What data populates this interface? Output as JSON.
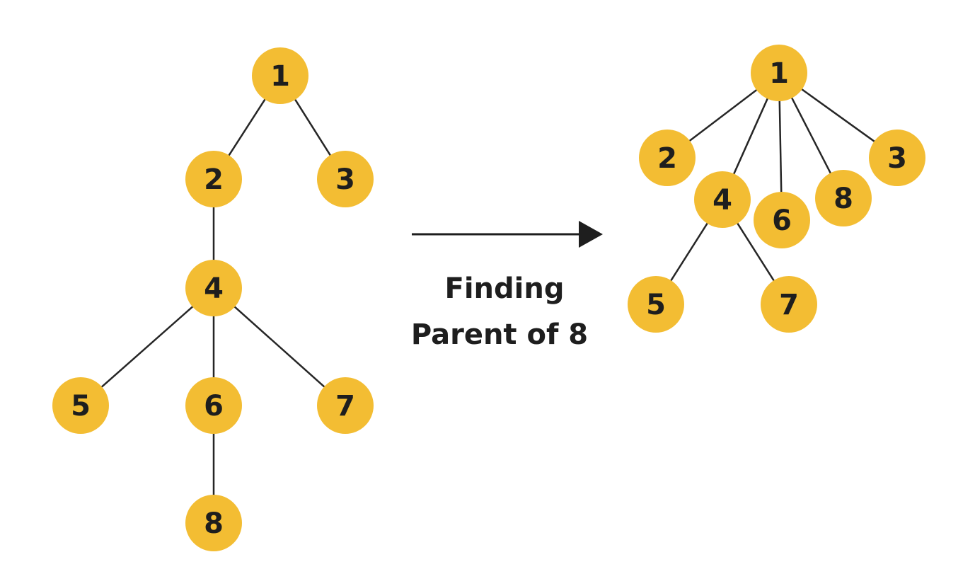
{
  "colors": {
    "node_fill": "#F3BD33",
    "node_text": "#1E1E1E",
    "edge": "#262626",
    "arrow": "#1E1E1E"
  },
  "caption": {
    "line1": "Finding",
    "line2": "Parent of 8"
  },
  "trees": {
    "before": {
      "nodes": [
        "1",
        "2",
        "3",
        "4",
        "5",
        "6",
        "7",
        "8"
      ],
      "edges": [
        [
          "1",
          "2"
        ],
        [
          "1",
          "3"
        ],
        [
          "2",
          "4"
        ],
        [
          "4",
          "5"
        ],
        [
          "4",
          "6"
        ],
        [
          "4",
          "7"
        ],
        [
          "6",
          "8"
        ]
      ]
    },
    "after": {
      "nodes": [
        "1",
        "2",
        "3",
        "4",
        "5",
        "6",
        "7",
        "8"
      ],
      "edges": [
        [
          "1",
          "2"
        ],
        [
          "1",
          "4"
        ],
        [
          "1",
          "6"
        ],
        [
          "1",
          "8"
        ],
        [
          "1",
          "3"
        ],
        [
          "4",
          "5"
        ],
        [
          "4",
          "7"
        ]
      ]
    }
  }
}
